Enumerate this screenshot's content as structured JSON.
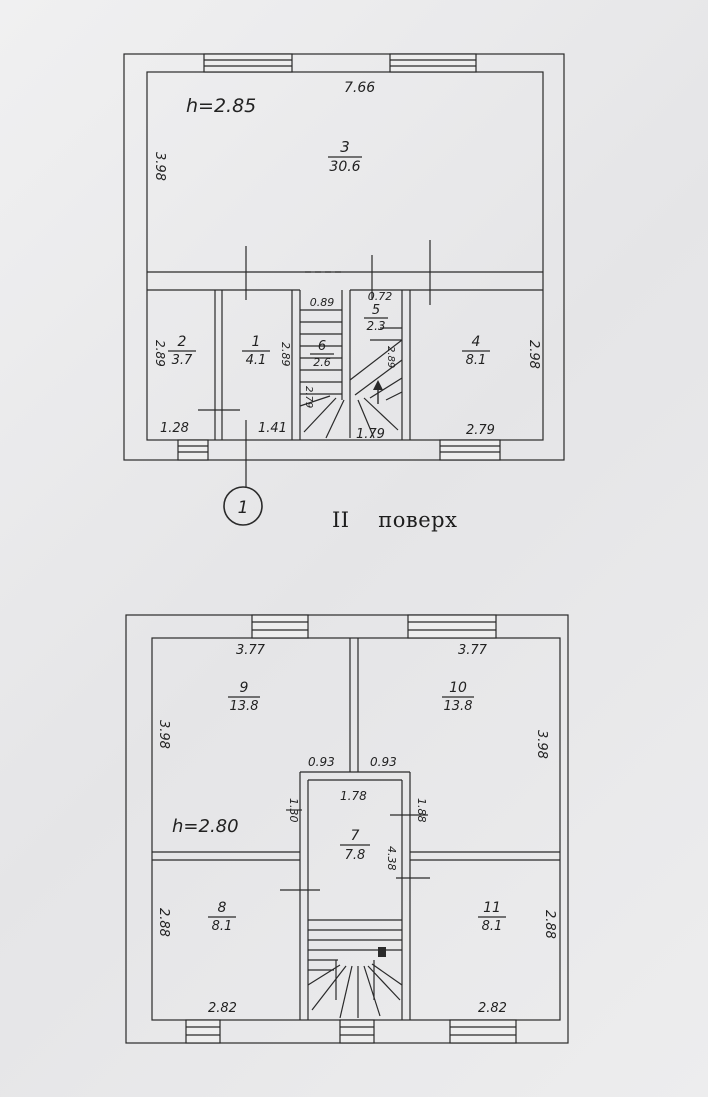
{
  "floor_label": "II    поверх",
  "axis_marker": "1",
  "upper_plan": {
    "height_note": "h=2.85",
    "dims": {
      "top_width": "7.66",
      "left_depth": "3.98",
      "door_w_a": "0.89",
      "door_w_b": "0.72",
      "room2_side": "2.89",
      "room1_side": "2.89",
      "stair_side_a": "2.79",
      "stair_side_b": "2.89",
      "room4_side": "2.98",
      "bottom_a": "1.28",
      "bottom_b": "1.41",
      "bottom_c": "1.79",
      "bottom_d": "2.79"
    },
    "rooms": [
      {
        "num": "3",
        "area": "30.6"
      },
      {
        "num": "2",
        "area": "3.7"
      },
      {
        "num": "1",
        "area": "4.1"
      },
      {
        "num": "6",
        "area": "2.6"
      },
      {
        "num": "5",
        "area": "2.3"
      },
      {
        "num": "4",
        "area": "8.1"
      }
    ]
  },
  "lower_plan": {
    "height_note": "h=2.80",
    "dims": {
      "top_left": "3.77",
      "top_right": "3.77",
      "left_depth": "3.98",
      "right_depth": "3.98",
      "door_left": "0.93",
      "door_right": "0.93",
      "corridor_w": "1.78",
      "corridor_side_l": "1.30",
      "corridor_side_r": "1.88",
      "corridor_len": "4.38",
      "room8_side": "2.88",
      "room11_side": "2.88",
      "bottom_left": "2.82",
      "bottom_right": "2.82"
    },
    "rooms": [
      {
        "num": "9",
        "area": "13.8"
      },
      {
        "num": "10",
        "area": "13.8"
      },
      {
        "num": "7",
        "area": "7.8"
      },
      {
        "num": "8",
        "area": "8.1"
      },
      {
        "num": "11",
        "area": "8.1"
      }
    ]
  }
}
